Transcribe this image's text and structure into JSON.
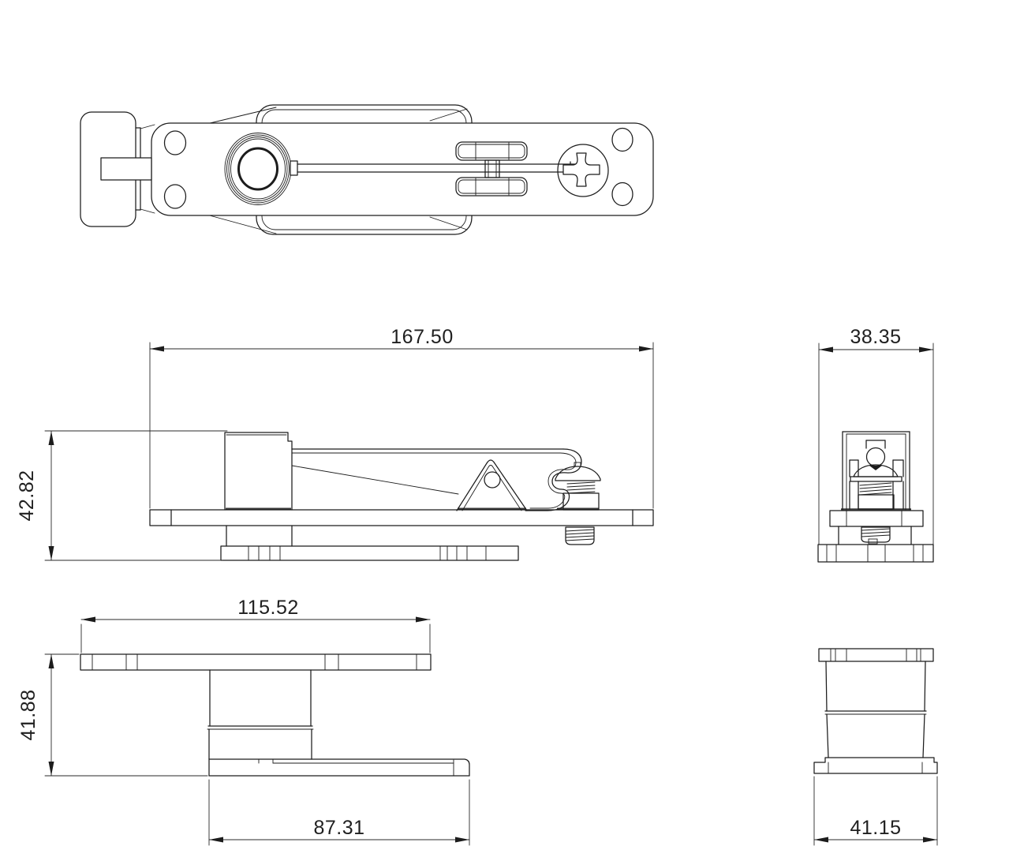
{
  "drawing": {
    "type": "cad-orthographic-views",
    "subject": "toggle latch assembly with striker plate",
    "colors": {
      "background": "#ffffff",
      "line": "#1c1c1c",
      "dimension_text": "#1f1f1f"
    },
    "dimensions": {
      "overall_length": "167.50",
      "overall_height": "42.82",
      "base_width": "38.35",
      "flange_length": "115.52",
      "striker_height": "41.88",
      "base_length": "87.31",
      "striker_width": "41.15"
    }
  }
}
